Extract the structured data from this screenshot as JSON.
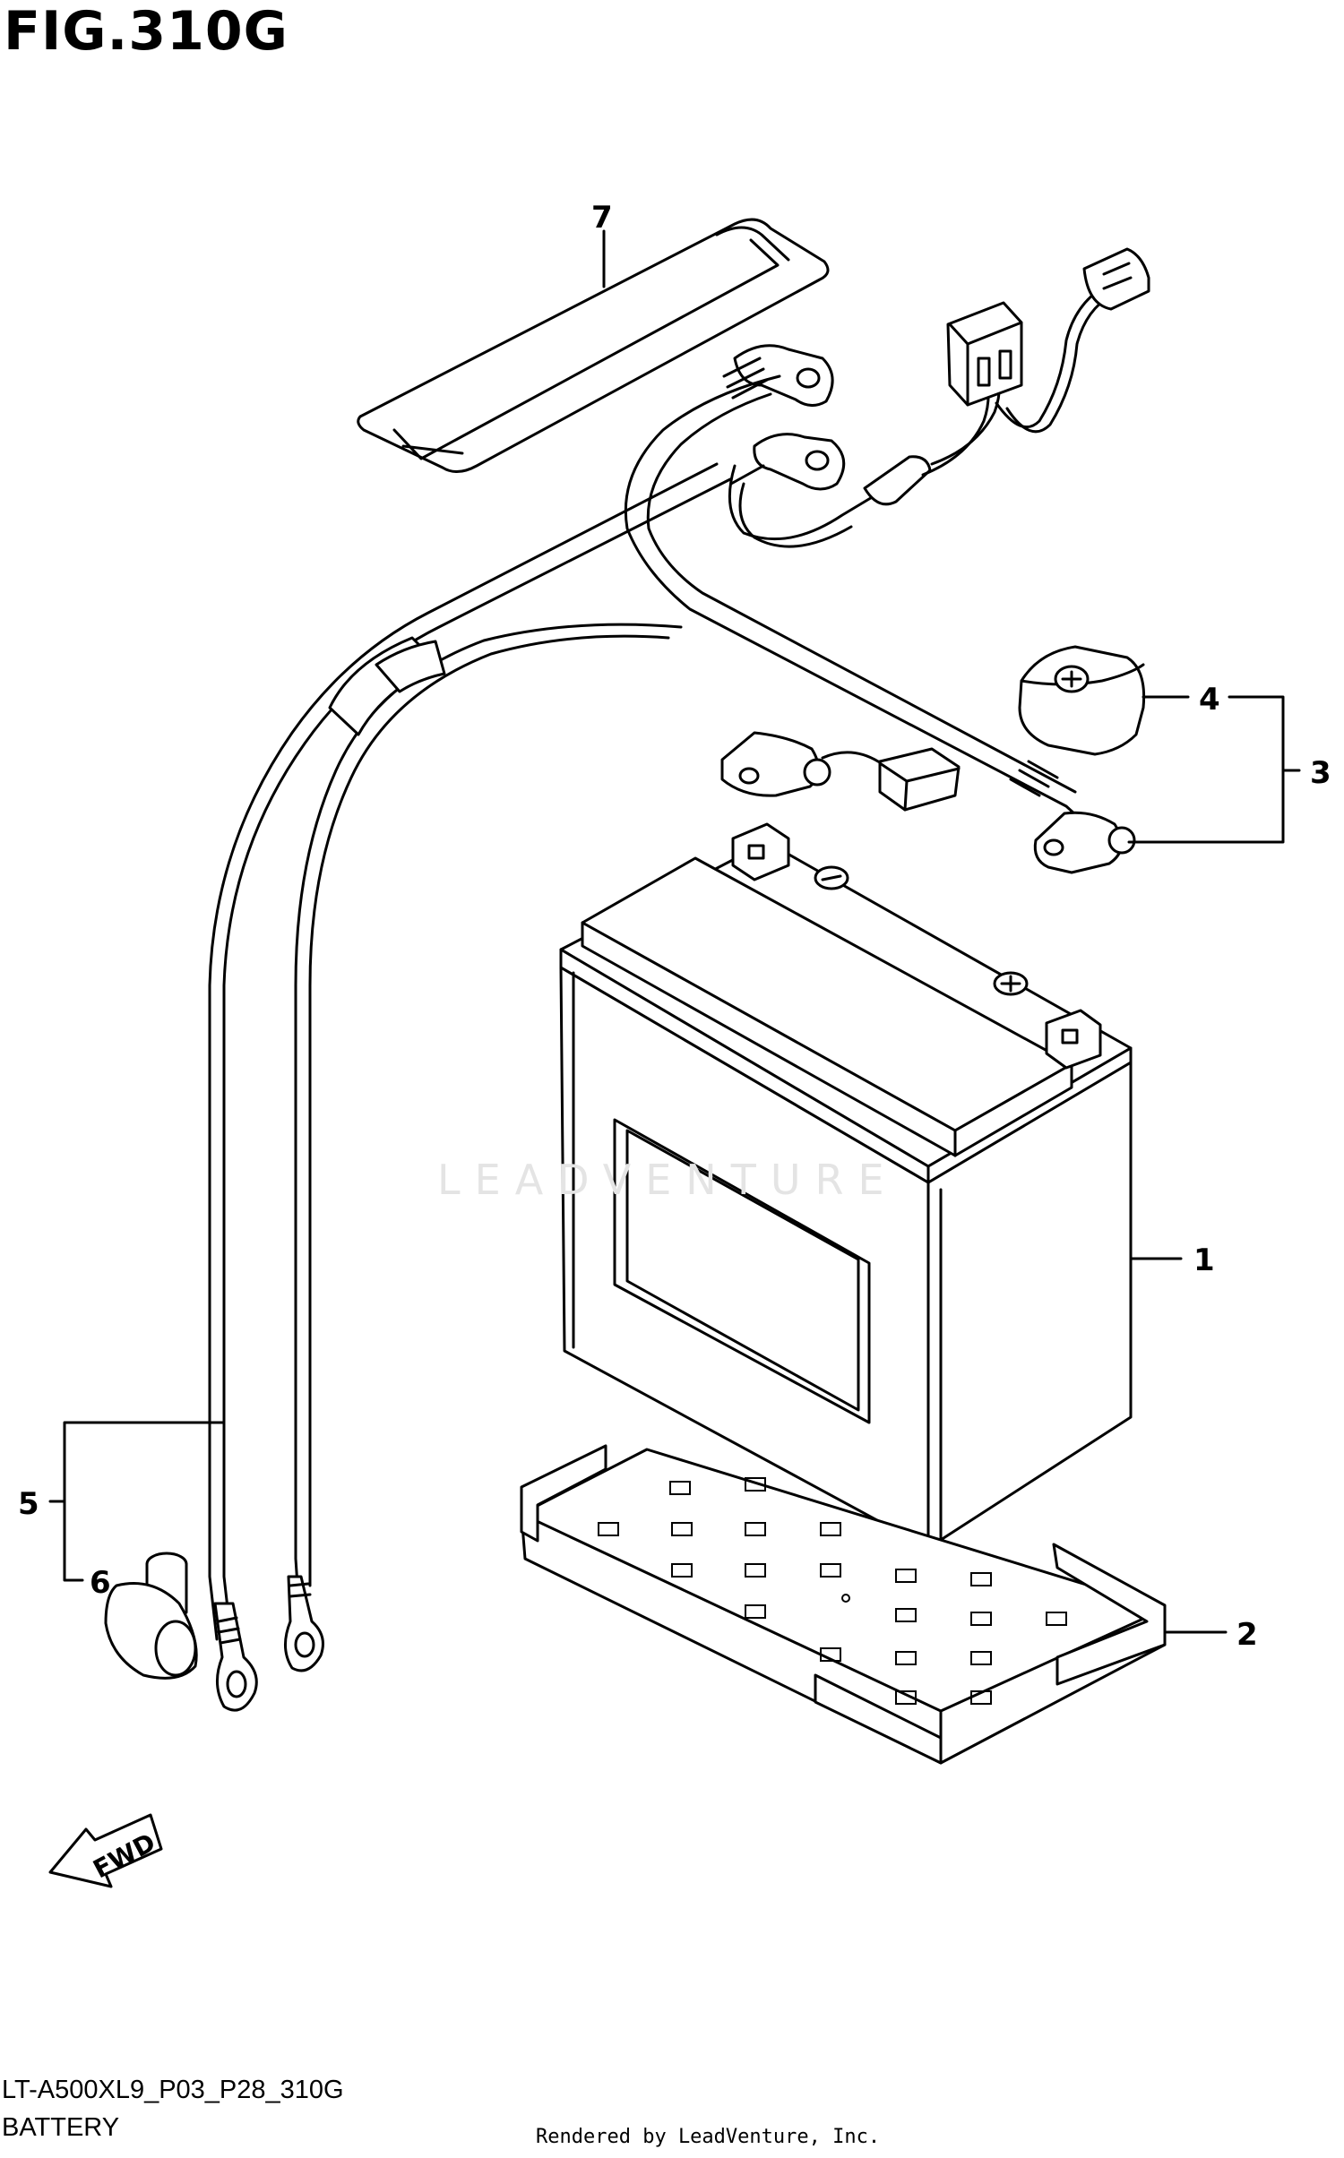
{
  "figure": {
    "title": "FIG.310G",
    "code": "LT-A500XL9_P03_P28_310G",
    "name": "BATTERY",
    "rendered_by": "Rendered by LeadVenture, Inc.",
    "watermark": "LEADVENTURE"
  },
  "callouts": [
    {
      "label": "1",
      "part": "battery"
    },
    {
      "label": "2",
      "part": "battery-tray"
    },
    {
      "label": "3",
      "part": "battery-cable-assy"
    },
    {
      "label": "4",
      "part": "terminal-cover"
    },
    {
      "label": "5",
      "part": "ground-lead-wire"
    },
    {
      "label": "6",
      "part": "lead-wire-cap"
    },
    {
      "label": "7",
      "part": "battery-band"
    }
  ],
  "direction_marker": "FWD"
}
